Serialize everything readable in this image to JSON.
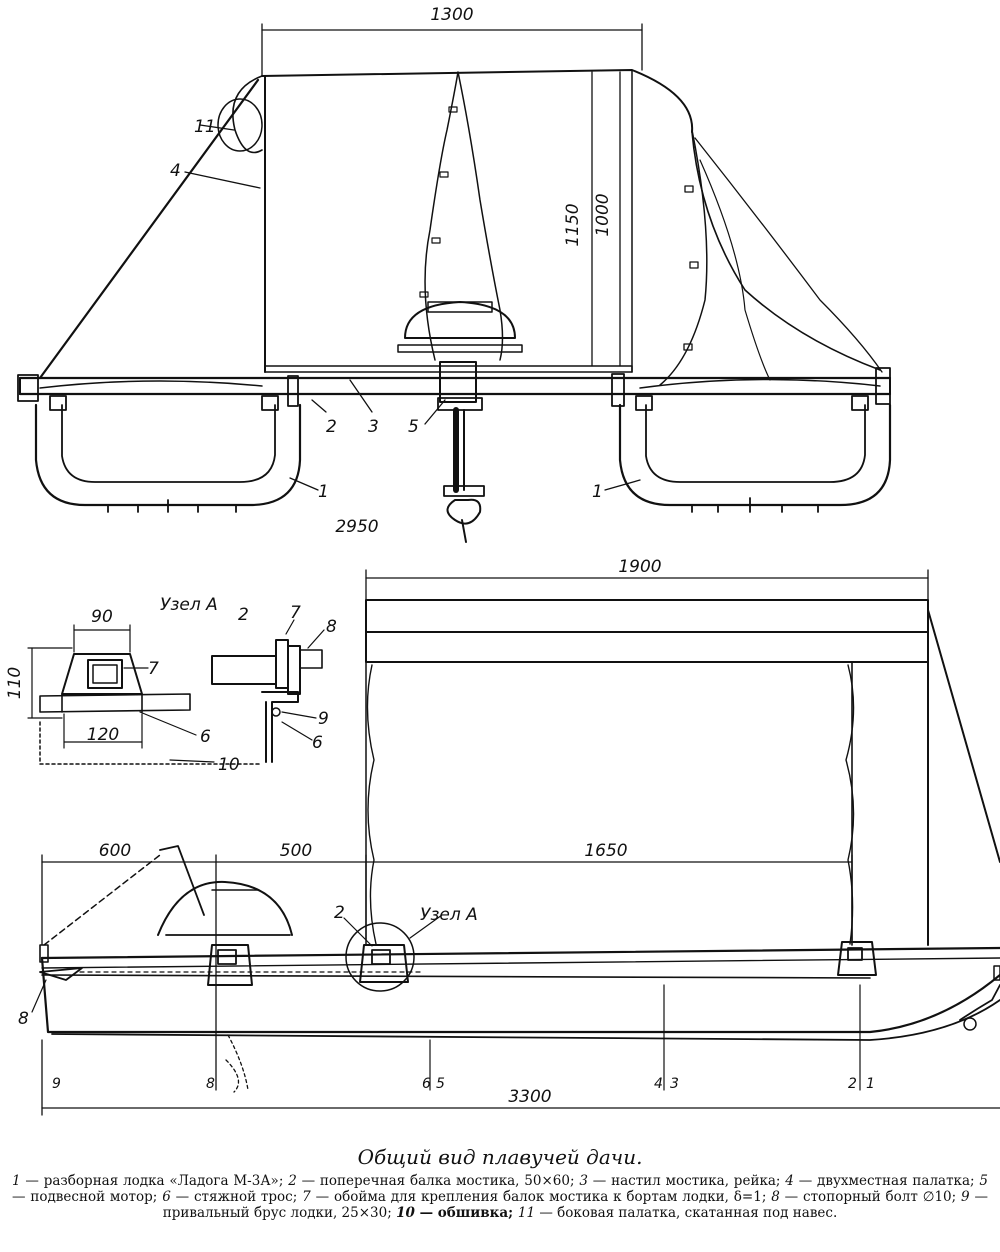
{
  "dimensions": {
    "top_width": "1300",
    "top_height_outer": "1150",
    "top_height_inner": "1000",
    "overall_width": "2950",
    "roof_length": "1900",
    "node_width": "90",
    "node_height": "110",
    "node_base": "120",
    "bow_segment": "600",
    "mid_segment": "500",
    "tent_segment": "1650",
    "overall_length": "3300"
  },
  "node_label": "Узел А",
  "node_label_side": "Узел А",
  "part_labels": {
    "p1": "1",
    "p2": "2",
    "p3": "3",
    "p4": "4",
    "p5": "5",
    "p6": "6",
    "p7": "7",
    "p8": "8",
    "p9": "9",
    "p10": "10",
    "p11": "11"
  },
  "station_labels": [
    "9",
    "8",
    "6",
    "5",
    "4",
    "3",
    "2",
    "1"
  ],
  "caption": {
    "title": "Общий вид плавучей дачи.",
    "legend": [
      {
        "num": "1",
        "text": " — разборная лодка «Ладога М-3А»; "
      },
      {
        "num": "2",
        "text": " — поперечная балка мостика, 50×60; "
      },
      {
        "num": "3",
        "text": " — настил мостика, рейка; "
      },
      {
        "num": "4",
        "text": " — двухместная палатка; "
      },
      {
        "num": "5",
        "text": " — подвесной мотор; "
      },
      {
        "num": "6",
        "text": " — стяжной трос; "
      },
      {
        "num": "7",
        "text": " — обойма для крепления балок мостика к бортам лодки, δ=1; "
      },
      {
        "num": "8",
        "text": " — стопорный болт ∅10; "
      },
      {
        "num": "9",
        "text": " — привальный брус лодки, 25×30; "
      },
      {
        "num": "10",
        "text": " — обшивка; ",
        "bold": true
      },
      {
        "num": "11",
        "text": " — боковая палатка, скатанная под навес."
      }
    ]
  }
}
